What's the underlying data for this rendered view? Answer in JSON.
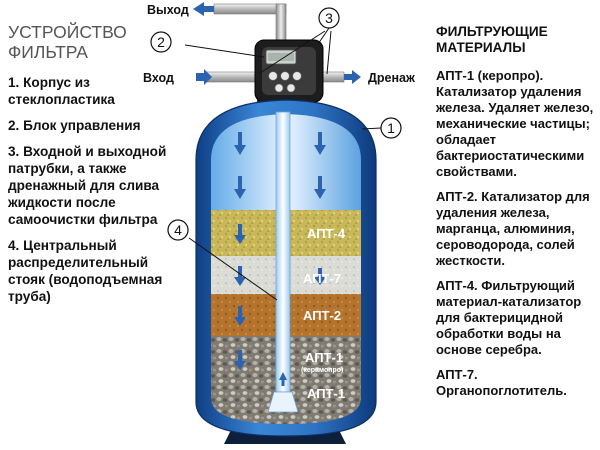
{
  "device": {
    "title_lines": [
      "УСТРОЙСТВО",
      "ФИЛЬТРА"
    ],
    "parts": [
      "1. Корпус из стеклопластика",
      "2. Блок управления",
      "3. Входной и выходной патрубки, а также дренажный для слива жидкости после самоочистки фильтра",
      "4. Центральный распределительный стояк (водоподъемная труба)"
    ]
  },
  "materials": {
    "title_lines": [
      "ФИЛЬТРУЮЩИЕ",
      "МАТЕРИАЛЫ"
    ],
    "items": [
      "АПТ-1 (керопро). Катализатор удаления железа. Удаляет железо, механические частицы; обладает бактериостатическими свойствами.",
      "АПТ-2. Катализатор для удаления железа, марганца, алюминия, сероводорода, солей жесткости.",
      "АПТ-4. Фильтрующий материал-катализатор для бактерицидной обработки воды на основе серебра.",
      "АПТ-7. Органопоглотитель."
    ]
  },
  "flow_labels": {
    "outlet": "Выход",
    "inlet": "Вход",
    "drain": "Дренаж"
  },
  "callouts": [
    "1",
    "2",
    "3",
    "4"
  ],
  "layers": {
    "apt4": "АПТ-4",
    "apt7": "АПТ-7",
    "apt2": "АПТ-2",
    "apt1_top": "АПТ-1",
    "apt1_sub": "(керамопро)",
    "apt1_bottom": "АПТ-1"
  },
  "colors": {
    "tank": "#1f5fb0",
    "arrow": "#2b63b0",
    "apt4": "#c9b85a",
    "apt7": "#d9d9d4",
    "apt2": "#b5742e",
    "apt1": "#8c8a83"
  }
}
